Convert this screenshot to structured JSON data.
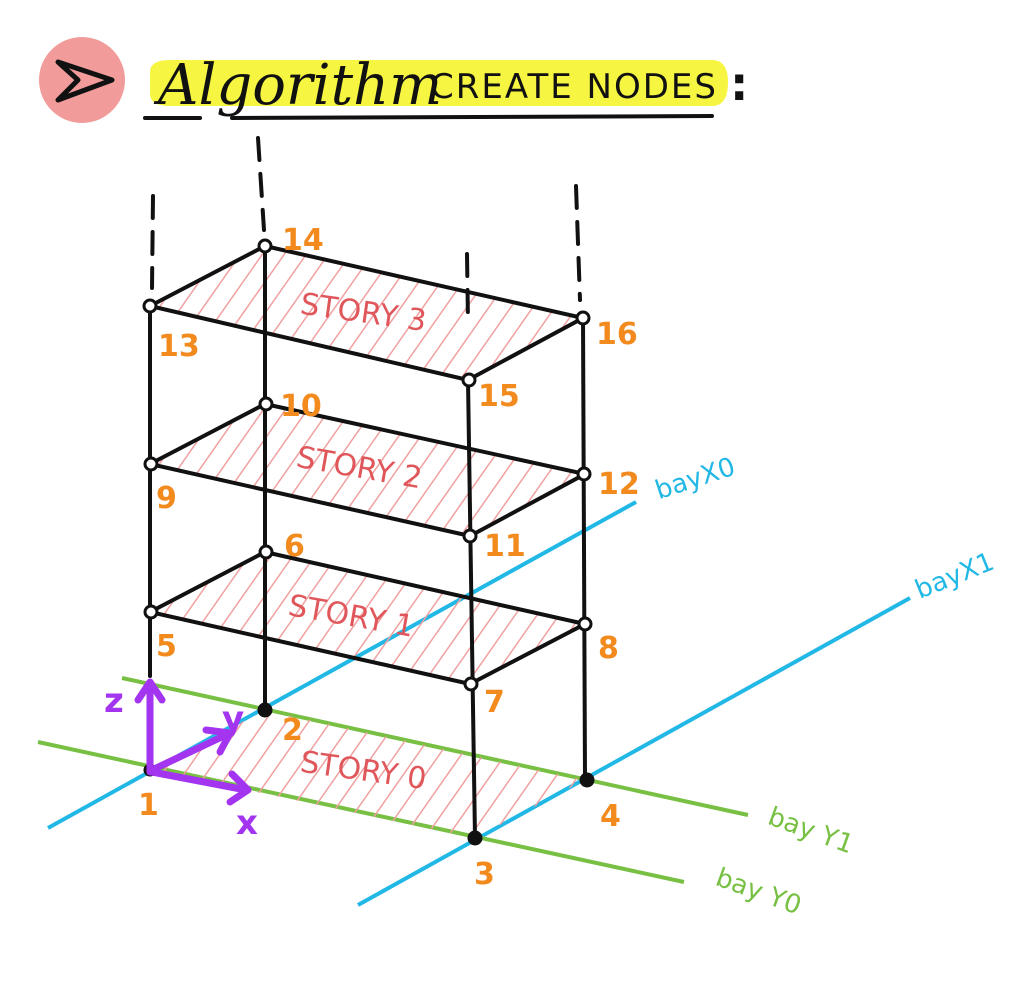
{
  "title": {
    "main": "Algorithm",
    "sub": "CREATE NODES",
    "colon": ":"
  },
  "colors": {
    "frame": "#111111",
    "node_label": "#f28a1e",
    "story_label": "#e0575b",
    "hatch": "#f0a0a0",
    "bay_x": "#22b8e6",
    "bay_y": "#78c043",
    "axis": "#a335f0",
    "highlight": "#f5f542",
    "bullet": "#f08a8a"
  },
  "axes": {
    "z": "z",
    "y": "y",
    "x": "x"
  },
  "stories": [
    "STORY 0",
    "STORY 1",
    "STORY 2",
    "STORY 3"
  ],
  "bays": {
    "x0": "bayX0",
    "x1": "bayX1",
    "y0": "bay Y0",
    "y1": "bay Y1"
  },
  "nodes": [
    "1",
    "2",
    "3",
    "4",
    "5",
    "6",
    "7",
    "8",
    "9",
    "10",
    "11",
    "12",
    "13",
    "14",
    "15",
    "16"
  ]
}
